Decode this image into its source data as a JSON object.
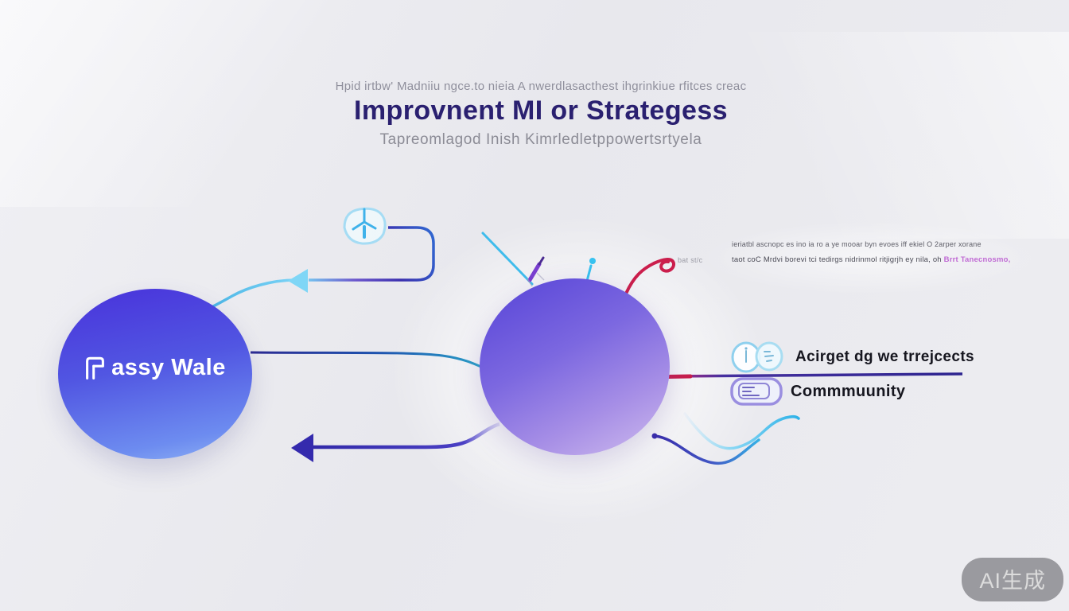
{
  "header": {
    "tagline": "Hpid irtbw' Madniiu ngce.to nieia A nwerdlasacthest ihgrinkiue rfitces creac",
    "title": "Improvnent MI or Strategess",
    "subtitle": "Tapreomlagod Inish Kimrledletppowertsrtyela"
  },
  "left_node": {
    "label": "assy Wale",
    "logo_icon": "bracket-logo"
  },
  "center_node": {
    "icons": [
      "helmet",
      "dots-arc",
      "flag-drop",
      "figure",
      "spiral-six"
    ]
  },
  "turbine_badge": {
    "icon": "wind-turbine"
  },
  "annotation": {
    "side_label": "bat st/c",
    "line1": "ieriatbl ascnopc es ino ia ro a ye mooar byn evoes iff ekiel O 2arper xorane",
    "line2": "taot coC Mrdvi borevi tci tedirgs nidrinmol ritjigrjh ey nila, oh",
    "line2_highlight": "Brrt Tanecnosmo,"
  },
  "right_list": {
    "items": [
      {
        "label": "Acirget dg we trrejcects",
        "icon": "overlapping-circles"
      },
      {
        "label": "Commmuunity",
        "icon": "panel-card"
      }
    ]
  },
  "watermark": {
    "label": "AI生成"
  },
  "colors": {
    "title": "#2a2070",
    "accent_indigo": "#342aad",
    "accent_cyan": "#45c4f0",
    "accent_red": "#cb1e4c",
    "highlight_pink": "#c06ad4",
    "left_circle_top": "#4a38dc",
    "left_circle_bottom": "#8fb2f4",
    "center_circle_top": "#5946d8",
    "center_circle_bottom": "#cfbcee"
  }
}
